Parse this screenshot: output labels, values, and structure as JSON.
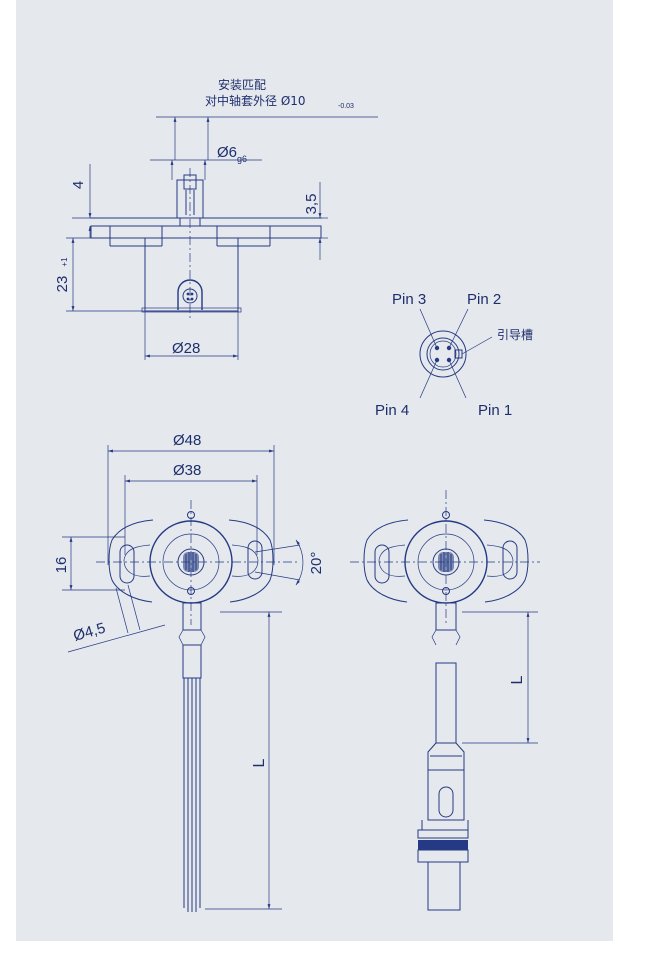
{
  "fit_note": {
    "line1": "安装匹配",
    "line2": "对中轴套外径 Ø10",
    "tol": "-0.03"
  },
  "dims": {
    "shaft_dia": "Ø6",
    "shaft_tol": "g6",
    "d4": "4",
    "d35": "3,5",
    "d23": "23",
    "d23_tol": "+1",
    "d28": "Ø28",
    "d48": "Ø48",
    "d38": "Ø38",
    "d16": "16",
    "d20": "20°",
    "d45": "Ø4,5",
    "len_a": "L",
    "len_b": "L"
  },
  "pins": {
    "pin1": "Pin 1",
    "pin2": "Pin 2",
    "pin3": "Pin 3",
    "pin4": "Pin 4",
    "slot": "引导槽"
  }
}
